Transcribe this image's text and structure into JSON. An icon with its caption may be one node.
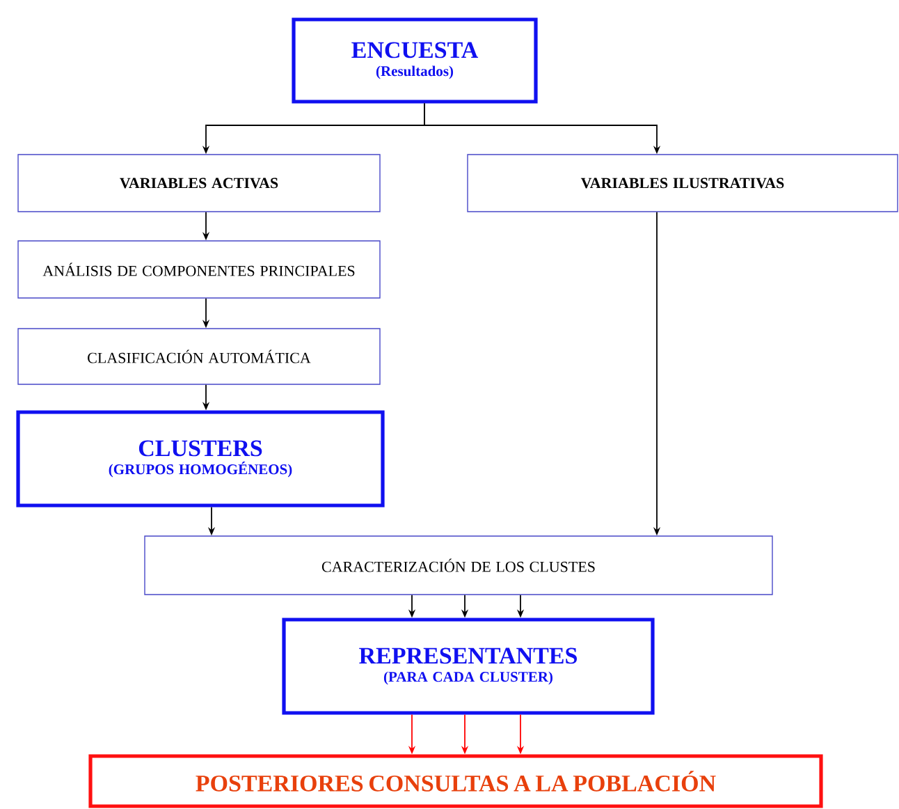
{
  "diagram": {
    "nodes": [
      {
        "text": [
          "ENCUESTA",
          "(Resultados)"
        ]
      },
      {
        "text": [
          "VARIABLES ACTIVAS"
        ]
      },
      {
        "text": [
          "VARIABLES ILUSTRATIVAS"
        ]
      },
      {
        "text": [
          "ANÁLISIS DE COMPONENTES PRINCIPALES"
        ]
      },
      {
        "text": [
          "CLASIFICACIÓN AUTOMÁTICA"
        ]
      },
      {
        "text": [
          "CLUSTERS",
          "(GRUPOS HOMOGÉNEOS)"
        ]
      },
      {
        "text": [
          "CARACTERIZACIÓN DE LOS CLUSTES"
        ]
      },
      {
        "text": [
          "REPRESENTANTES",
          "(PARA CADA CLUSTER)"
        ]
      },
      {
        "text": [
          "POSTERIORES CONSULTAS A LA POBLACIÓN"
        ]
      }
    ],
    "edges": [
      {
        "from": 0,
        "to": 1,
        "arrow": "to"
      },
      {
        "from": 0,
        "to": 2,
        "arrow": "to"
      },
      {
        "from": 1,
        "to": 3,
        "arrow": "to"
      },
      {
        "from": 3,
        "to": 4,
        "arrow": "to"
      },
      {
        "from": 4,
        "to": 5,
        "arrow": "to"
      },
      {
        "from": 5,
        "to": 6,
        "arrow": "to"
      },
      {
        "from": 2,
        "to": 6,
        "arrow": "to"
      },
      {
        "from": 6,
        "to": 7,
        "arrow": "to"
      },
      {
        "from": 6,
        "to": 7,
        "arrow": "to"
      },
      {
        "from": 6,
        "to": 7,
        "arrow": "to"
      },
      {
        "from": 7,
        "to": 8,
        "arrow": "to",
        "color": "#ff0000"
      },
      {
        "from": 7,
        "to": 8,
        "arrow": "to",
        "color": "#ff0000"
      },
      {
        "from": 7,
        "to": 8,
        "arrow": "to",
        "color": "#ff0000"
      }
    ]
  }
}
